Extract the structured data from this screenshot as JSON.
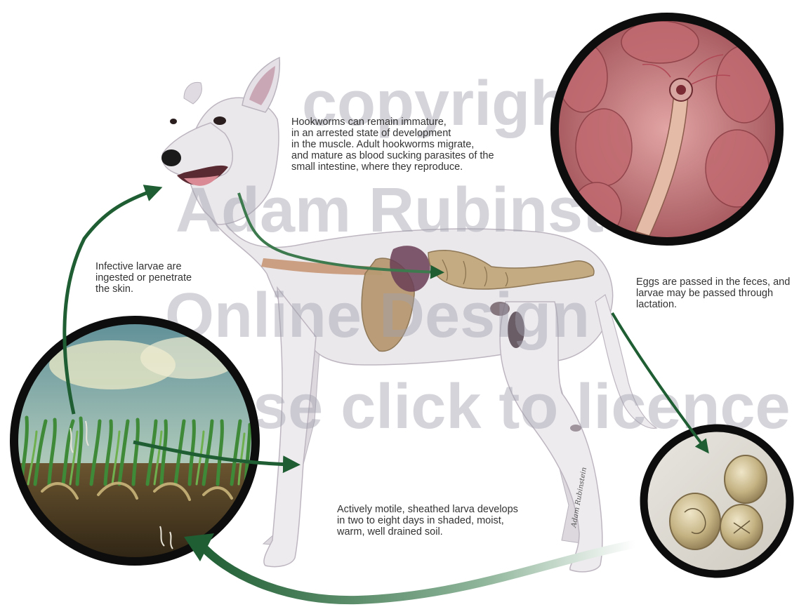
{
  "captions": {
    "muscle": "Hookworms can remain immature,\nin an arrested state of development\nin the muscle.  Adult hookworms migrate,\nand mature as blood sucking parasites of the\nsmall intestine, where they reproduce.",
    "ingest": "Infective larvae are\ningested or penetrate\nthe skin.",
    "eggs": "Eggs are passed in the feces, and\nlarvae may be passed through\nlactation.",
    "soil": "Actively motile, sheathed larva develops\nin two to eight days in shaded, moist,\nwarm, well drained soil."
  },
  "watermark": {
    "line1": "copyright",
    "line2": "Adam Rubinstein",
    "line3": "Online Design",
    "line4": "please click to licence"
  },
  "signature": "Adam Rubinstein",
  "colors": {
    "arrow": "#1f5e33",
    "circle_border": "#0d0d0d",
    "dog": "#ebe8ec",
    "intestine": "#b89a72",
    "tissue": "#c77a7c",
    "egg": "#c8b890",
    "grass": "#3f8a38",
    "soil": "#4a3a20",
    "sky": "#7aa9b0"
  }
}
